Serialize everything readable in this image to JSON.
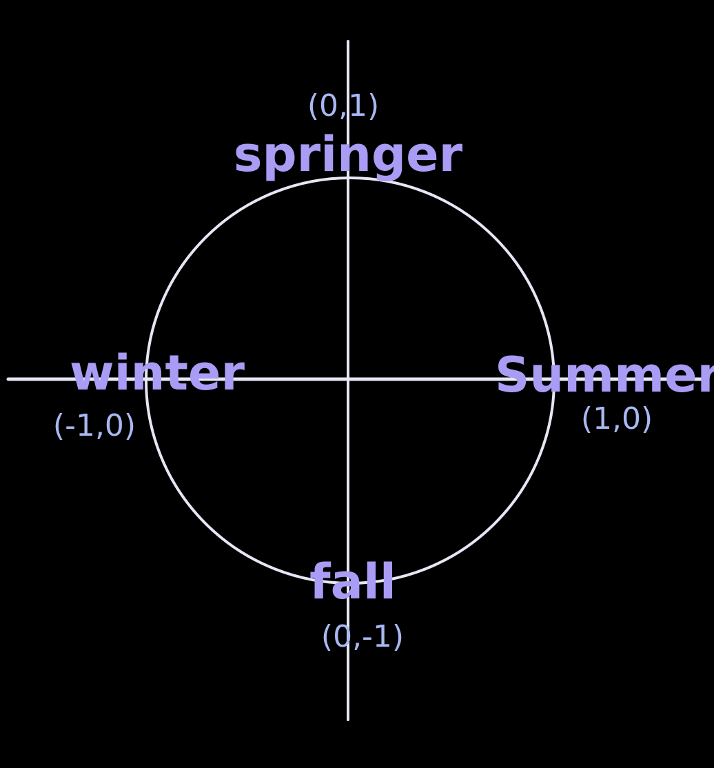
{
  "colors": {
    "background": "#000000",
    "lines": "#e6e6f5",
    "season_label": "#a99cf4",
    "coord_label": "#a9b8f2"
  },
  "points": {
    "top": {
      "season": "springer",
      "coord": "(0,1)"
    },
    "right": {
      "season": "Summer",
      "coord": "(1,0)"
    },
    "bottom": {
      "season": "fall",
      "coord": "(0,-1)"
    },
    "left": {
      "season": "winter",
      "coord": "(-1,0)"
    }
  }
}
